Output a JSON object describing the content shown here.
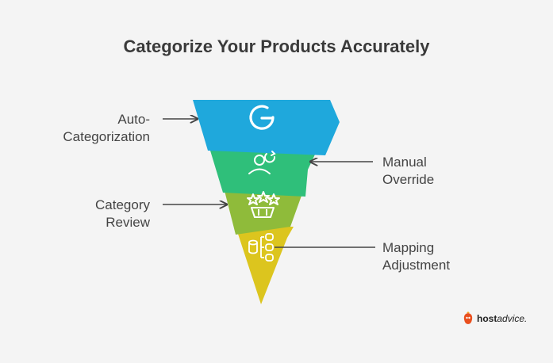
{
  "title": "Categorize Your Products Accurately",
  "stages": [
    {
      "label_lines": [
        "Auto-",
        "Categorization"
      ],
      "side": "left",
      "color": "#1fa8dc",
      "icon": "google-g-icon"
    },
    {
      "label_lines": [
        "Manual",
        "Override"
      ],
      "side": "right",
      "color": "#2fbf7a",
      "icon": "person-refresh-icon"
    },
    {
      "label_lines": [
        "Category",
        "Review"
      ],
      "side": "left",
      "color": "#8fbb3a",
      "icon": "basket-stars-icon"
    },
    {
      "label_lines": [
        "Mapping",
        "Adjustment"
      ],
      "side": "right",
      "color": "#dcc51e",
      "icon": "database-hierarchy-icon"
    }
  ],
  "brand": {
    "part1": "host",
    "part2": "advice."
  }
}
